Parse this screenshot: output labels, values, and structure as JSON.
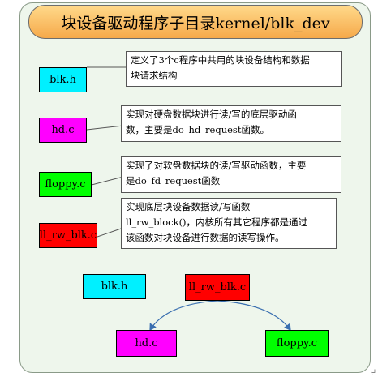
{
  "title": "块设备驱动程序子目录kernel/blk_dev",
  "modules": [
    {
      "name": "blk.h",
      "desc": [
        "定义了3个c程序中共用的块设备结构和数据",
        "块请求结构"
      ]
    },
    {
      "name": "hd.c",
      "desc": [
        "实现对硬盘数据块进行读/写的底层驱动函",
        "数，主要是do_hd_request函数。"
      ]
    },
    {
      "name": "floppy.c",
      "desc": [
        "实现了对软盘数据块的读/写驱动函数，主要",
        "是do_fd_request函数"
      ]
    },
    {
      "name": "ll_rw_blk.c",
      "desc": [
        "实现底层块设备数据读/写函数",
        "ll_rw_block()，内核所有其它程序都是通过",
        "该函数对块设备进行数据的读写操作。"
      ]
    }
  ],
  "diagram": {
    "top": [
      "blk.h",
      "ll_rw_blk.c"
    ],
    "bottom": [
      "hd.c",
      "floppy.c"
    ]
  },
  "colors": {
    "cyan": "#00f0ff",
    "magenta": "#ff00ff",
    "green": "#00ff00",
    "red": "#ff0000",
    "banner": "#f6a94a"
  },
  "footer_mark": "↵"
}
